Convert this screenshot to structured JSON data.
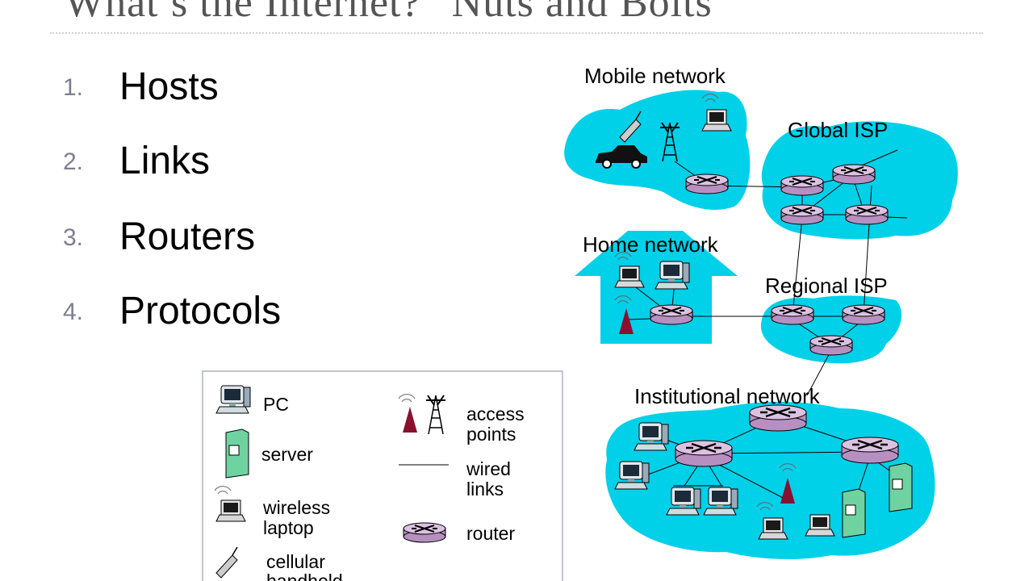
{
  "slide": {
    "title": "What’s the Internet? “Nuts and Bolts”",
    "list": [
      {
        "num": "1.",
        "text": "Hosts"
      },
      {
        "num": "2.",
        "text": "Links"
      },
      {
        "num": "3.",
        "text": "Routers"
      },
      {
        "num": "4.",
        "text": "Protocols"
      }
    ]
  },
  "diagram": {
    "mobile_network": "Mobile network",
    "global_isp": "Global ISP",
    "home_network": "Home network",
    "regional_isp": "Regional ISP",
    "institutional_network": "Institutional network"
  },
  "legend": {
    "pc": "PC",
    "server": "server",
    "wireless_laptop": [
      "wireless",
      "laptop"
    ],
    "cellular_handheld": [
      "cellular",
      "handheld"
    ],
    "access_points": [
      "access",
      "points"
    ],
    "wired_links": [
      "wired",
      "links"
    ],
    "router": "router"
  },
  "colors": {
    "cloud": "#00d0e8",
    "router_fill": "#c8a4d0",
    "access_point": "#8a1030",
    "title": "#555555",
    "list_number": "#7d7d92"
  }
}
